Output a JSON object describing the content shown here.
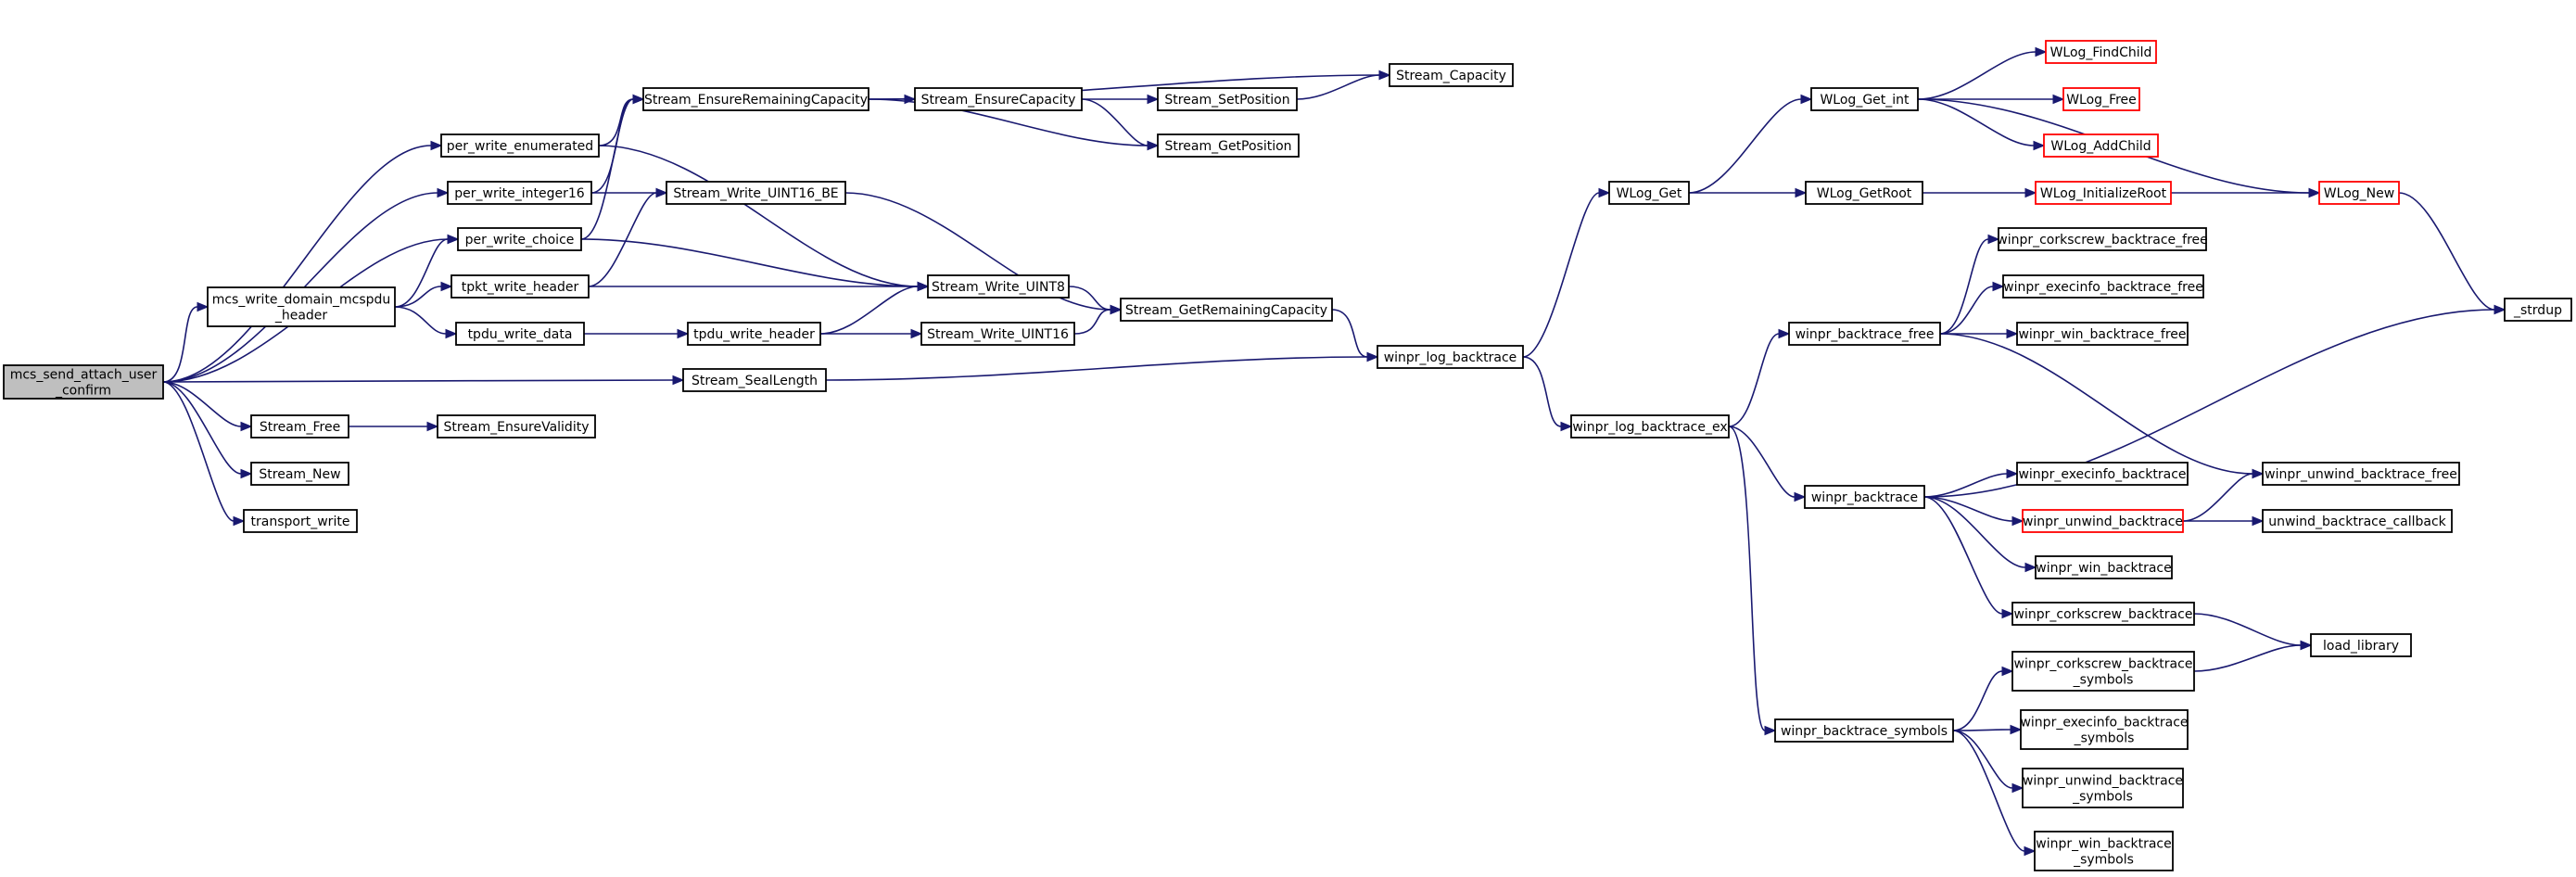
{
  "diagram": {
    "colors": {
      "edge": "#191970",
      "node_border": "#000000",
      "truncated_border": "#ff0000",
      "root_fill": "#bfbfbf",
      "node_fill": "#ffffff"
    },
    "nodes": [
      {
        "id": "root",
        "lines": [
          "mcs_send_attach_user",
          "_confirm"
        ],
        "kind": "root"
      },
      {
        "id": "per_write_enumerated",
        "lines": [
          "per_write_enumerated"
        ]
      },
      {
        "id": "per_write_integer16",
        "lines": [
          "per_write_integer16"
        ]
      },
      {
        "id": "per_write_choice",
        "lines": [
          "per_write_choice"
        ]
      },
      {
        "id": "mcs_write_domain_mcspdu_header",
        "lines": [
          "mcs_write_domain_mcspdu",
          "_header"
        ]
      },
      {
        "id": "tpkt_write_header",
        "lines": [
          "tpkt_write_header"
        ]
      },
      {
        "id": "tpdu_write_data",
        "lines": [
          "tpdu_write_data"
        ]
      },
      {
        "id": "Stream_Free",
        "lines": [
          "Stream_Free"
        ]
      },
      {
        "id": "Stream_New",
        "lines": [
          "Stream_New"
        ]
      },
      {
        "id": "transport_write",
        "lines": [
          "transport_write"
        ]
      },
      {
        "id": "Stream_EnsureValidity",
        "lines": [
          "Stream_EnsureValidity"
        ]
      },
      {
        "id": "Stream_EnsureRemainingCapacity",
        "lines": [
          "Stream_EnsureRemainingCapacity"
        ]
      },
      {
        "id": "Stream_Write_UINT16_BE",
        "lines": [
          "Stream_Write_UINT16_BE"
        ]
      },
      {
        "id": "tpdu_write_header",
        "lines": [
          "tpdu_write_header"
        ]
      },
      {
        "id": "Stream_SealLength",
        "lines": [
          "Stream_SealLength"
        ]
      },
      {
        "id": "Stream_EnsureCapacity",
        "lines": [
          "Stream_EnsureCapacity"
        ]
      },
      {
        "id": "Stream_Write_UINT8",
        "lines": [
          "Stream_Write_UINT8"
        ]
      },
      {
        "id": "Stream_Write_UINT16",
        "lines": [
          "Stream_Write_UINT16"
        ]
      },
      {
        "id": "Stream_SetPosition",
        "lines": [
          "Stream_SetPosition"
        ]
      },
      {
        "id": "Stream_GetPosition",
        "lines": [
          "Stream_GetPosition"
        ]
      },
      {
        "id": "Stream_GetRemainingCapacity",
        "lines": [
          "Stream_GetRemainingCapacity"
        ]
      },
      {
        "id": "Stream_Capacity",
        "lines": [
          "Stream_Capacity"
        ]
      },
      {
        "id": "winpr_log_backtrace",
        "lines": [
          "winpr_log_backtrace"
        ]
      },
      {
        "id": "WLog_Get",
        "lines": [
          "WLog_Get"
        ]
      },
      {
        "id": "winpr_log_backtrace_ex",
        "lines": [
          "winpr_log_backtrace_ex"
        ]
      },
      {
        "id": "WLog_Get_int",
        "lines": [
          "WLog_Get_int"
        ]
      },
      {
        "id": "WLog_GetRoot",
        "lines": [
          "WLog_GetRoot"
        ]
      },
      {
        "id": "winpr_backtrace_free",
        "lines": [
          "winpr_backtrace_free"
        ]
      },
      {
        "id": "winpr_backtrace",
        "lines": [
          "winpr_backtrace"
        ]
      },
      {
        "id": "winpr_backtrace_symbols",
        "lines": [
          "winpr_backtrace_symbols"
        ]
      },
      {
        "id": "WLog_FindChild",
        "lines": [
          "WLog_FindChild"
        ],
        "kind": "trunc"
      },
      {
        "id": "WLog_Free",
        "lines": [
          "WLog_Free"
        ],
        "kind": "trunc"
      },
      {
        "id": "WLog_AddChild",
        "lines": [
          "WLog_AddChild"
        ],
        "kind": "trunc"
      },
      {
        "id": "WLog_InitializeRoot",
        "lines": [
          "WLog_InitializeRoot"
        ],
        "kind": "trunc"
      },
      {
        "id": "winpr_corkscrew_backtrace_free",
        "lines": [
          "winpr_corkscrew_backtrace_free"
        ]
      },
      {
        "id": "winpr_execinfo_backtrace_free",
        "lines": [
          "winpr_execinfo_backtrace_free"
        ]
      },
      {
        "id": "winpr_win_backtrace_free",
        "lines": [
          "winpr_win_backtrace_free"
        ]
      },
      {
        "id": "winpr_execinfo_backtrace",
        "lines": [
          "winpr_execinfo_backtrace"
        ]
      },
      {
        "id": "winpr_unwind_backtrace",
        "lines": [
          "winpr_unwind_backtrace"
        ],
        "kind": "trunc"
      },
      {
        "id": "winpr_win_backtrace",
        "lines": [
          "winpr_win_backtrace"
        ]
      },
      {
        "id": "winpr_corkscrew_backtrace",
        "lines": [
          "winpr_corkscrew_backtrace"
        ]
      },
      {
        "id": "winpr_corkscrew_backtrace_symbols",
        "lines": [
          "winpr_corkscrew_backtrace",
          "_symbols"
        ]
      },
      {
        "id": "winpr_execinfo_backtrace_symbols",
        "lines": [
          "winpr_execinfo_backtrace",
          "_symbols"
        ]
      },
      {
        "id": "winpr_unwind_backtrace_symbols",
        "lines": [
          "winpr_unwind_backtrace",
          "_symbols"
        ]
      },
      {
        "id": "winpr_win_backtrace_symbols",
        "lines": [
          "winpr_win_backtrace",
          "_symbols"
        ]
      },
      {
        "id": "WLog_New",
        "lines": [
          "WLog_New"
        ],
        "kind": "trunc"
      },
      {
        "id": "_strdup",
        "lines": [
          "_strdup"
        ]
      },
      {
        "id": "winpr_unwind_backtrace_free",
        "lines": [
          "winpr_unwind_backtrace_free"
        ]
      },
      {
        "id": "unwind_backtrace_callback",
        "lines": [
          "unwind_backtrace_callback"
        ]
      },
      {
        "id": "load_library",
        "lines": [
          "load_library"
        ]
      }
    ],
    "edges": [
      [
        "root",
        "per_write_enumerated"
      ],
      [
        "root",
        "per_write_integer16"
      ],
      [
        "root",
        "per_write_choice"
      ],
      [
        "root",
        "mcs_write_domain_mcspdu_header"
      ],
      [
        "root",
        "Stream_SealLength"
      ],
      [
        "root",
        "Stream_Free"
      ],
      [
        "root",
        "Stream_New"
      ],
      [
        "root",
        "transport_write"
      ],
      [
        "per_write_enumerated",
        "Stream_EnsureRemainingCapacity"
      ],
      [
        "per_write_enumerated",
        "Stream_Write_UINT8"
      ],
      [
        "per_write_integer16",
        "Stream_EnsureRemainingCapacity"
      ],
      [
        "per_write_integer16",
        "Stream_Write_UINT16_BE"
      ],
      [
        "per_write_choice",
        "Stream_EnsureRemainingCapacity"
      ],
      [
        "per_write_choice",
        "Stream_Write_UINT8"
      ],
      [
        "mcs_write_domain_mcspdu_header",
        "per_write_choice"
      ],
      [
        "mcs_write_domain_mcspdu_header",
        "tpkt_write_header"
      ],
      [
        "mcs_write_domain_mcspdu_header",
        "tpdu_write_data"
      ],
      [
        "tpkt_write_header",
        "Stream_Write_UINT16_BE"
      ],
      [
        "tpkt_write_header",
        "Stream_Write_UINT8"
      ],
      [
        "tpdu_write_data",
        "tpdu_write_header"
      ],
      [
        "tpdu_write_header",
        "Stream_Write_UINT8"
      ],
      [
        "tpdu_write_header",
        "Stream_Write_UINT16"
      ],
      [
        "Stream_Free",
        "Stream_EnsureValidity"
      ],
      [
        "Stream_EnsureRemainingCapacity",
        "Stream_EnsureCapacity"
      ],
      [
        "Stream_EnsureRemainingCapacity",
        "Stream_Capacity"
      ],
      [
        "Stream_EnsureRemainingCapacity",
        "Stream_GetPosition"
      ],
      [
        "Stream_EnsureCapacity",
        "Stream_SetPosition"
      ],
      [
        "Stream_EnsureCapacity",
        "Stream_GetPosition"
      ],
      [
        "Stream_SetPosition",
        "Stream_Capacity"
      ],
      [
        "Stream_Write_UINT16_BE",
        "Stream_GetRemainingCapacity"
      ],
      [
        "Stream_Write_UINT8",
        "Stream_GetRemainingCapacity"
      ],
      [
        "Stream_Write_UINT16",
        "Stream_GetRemainingCapacity"
      ],
      [
        "Stream_GetRemainingCapacity",
        "winpr_log_backtrace"
      ],
      [
        "Stream_SealLength",
        "winpr_log_backtrace"
      ],
      [
        "winpr_log_backtrace",
        "WLog_Get"
      ],
      [
        "winpr_log_backtrace",
        "winpr_log_backtrace_ex"
      ],
      [
        "WLog_Get",
        "WLog_Get_int"
      ],
      [
        "WLog_Get",
        "WLog_GetRoot"
      ],
      [
        "WLog_Get_int",
        "WLog_FindChild"
      ],
      [
        "WLog_Get_int",
        "WLog_Free"
      ],
      [
        "WLog_Get_int",
        "WLog_AddChild"
      ],
      [
        "WLog_Get_int",
        "WLog_New"
      ],
      [
        "WLog_GetRoot",
        "WLog_InitializeRoot"
      ],
      [
        "WLog_InitializeRoot",
        "WLog_New"
      ],
      [
        "WLog_New",
        "_strdup"
      ],
      [
        "winpr_log_backtrace_ex",
        "winpr_backtrace_free"
      ],
      [
        "winpr_log_backtrace_ex",
        "winpr_backtrace"
      ],
      [
        "winpr_log_backtrace_ex",
        "winpr_backtrace_symbols"
      ],
      [
        "winpr_backtrace_free",
        "winpr_corkscrew_backtrace_free"
      ],
      [
        "winpr_backtrace_free",
        "winpr_execinfo_backtrace_free"
      ],
      [
        "winpr_backtrace_free",
        "winpr_win_backtrace_free"
      ],
      [
        "winpr_backtrace_free",
        "winpr_unwind_backtrace_free"
      ],
      [
        "winpr_backtrace",
        "_strdup"
      ],
      [
        "winpr_backtrace",
        "winpr_execinfo_backtrace"
      ],
      [
        "winpr_backtrace",
        "winpr_unwind_backtrace"
      ],
      [
        "winpr_backtrace",
        "winpr_win_backtrace"
      ],
      [
        "winpr_backtrace",
        "winpr_corkscrew_backtrace"
      ],
      [
        "winpr_unwind_backtrace",
        "winpr_unwind_backtrace_free"
      ],
      [
        "winpr_unwind_backtrace",
        "unwind_backtrace_callback"
      ],
      [
        "winpr_corkscrew_backtrace",
        "load_library"
      ],
      [
        "winpr_backtrace_symbols",
        "winpr_corkscrew_backtrace_symbols"
      ],
      [
        "winpr_backtrace_symbols",
        "winpr_execinfo_backtrace_symbols"
      ],
      [
        "winpr_backtrace_symbols",
        "winpr_unwind_backtrace_symbols"
      ],
      [
        "winpr_backtrace_symbols",
        "winpr_win_backtrace_symbols"
      ],
      [
        "winpr_corkscrew_backtrace_symbols",
        "load_library"
      ]
    ]
  }
}
